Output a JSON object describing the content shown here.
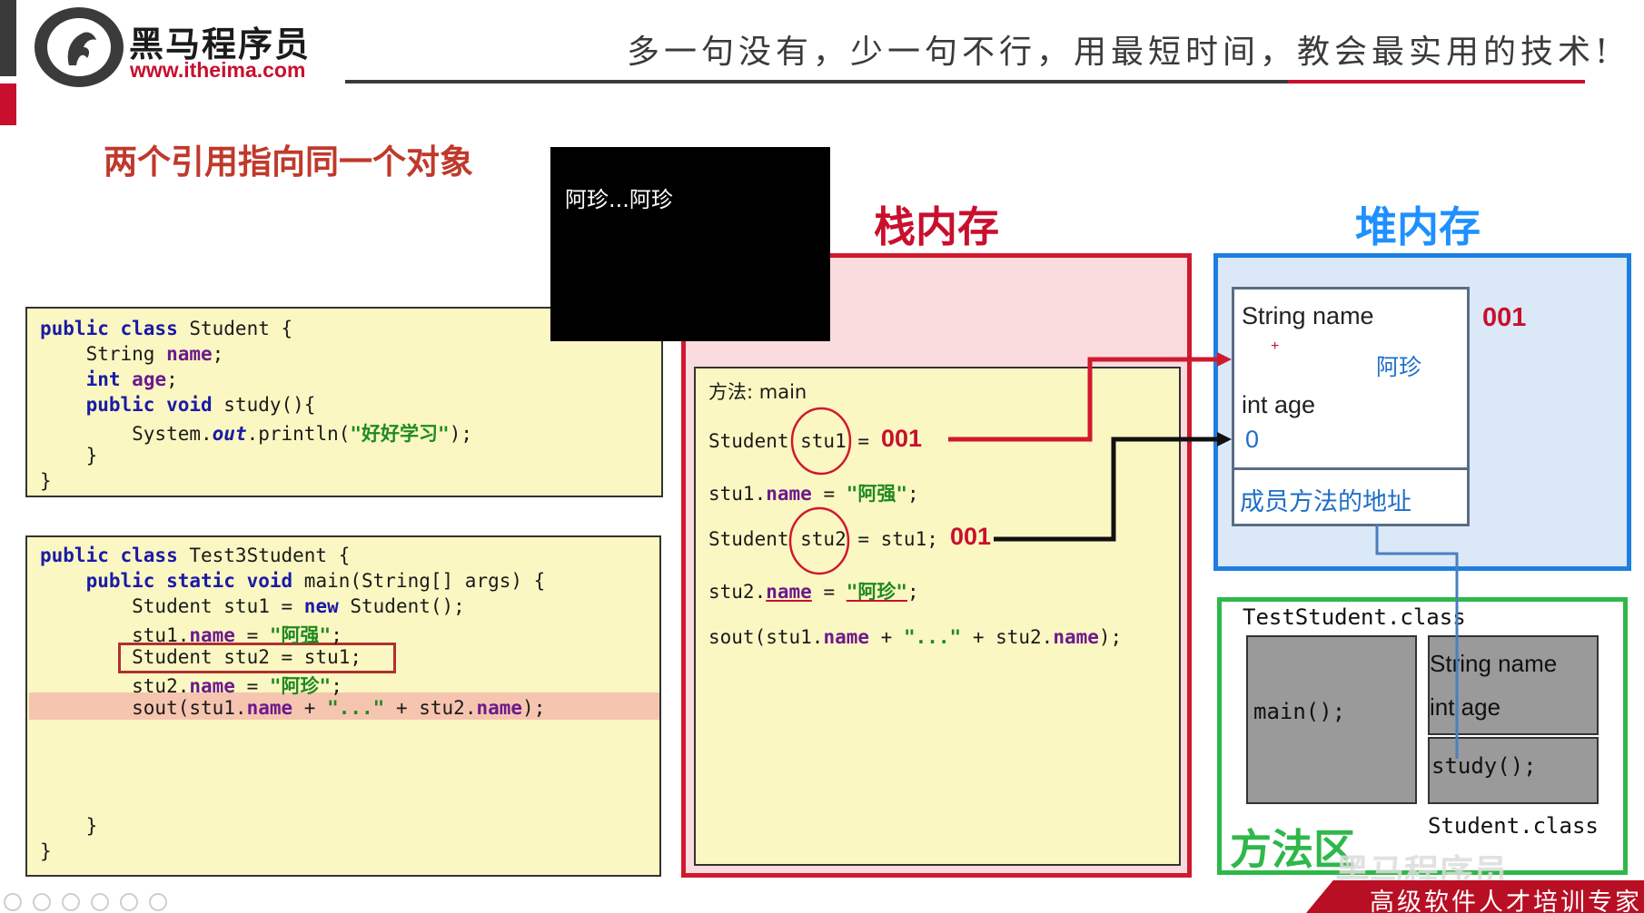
{
  "header": {
    "logo_name": "黑马程序员",
    "logo_url": "www.itheima.com",
    "slogan": "多一句没有，少一句不行，用最短时间，教会最实用的技术!"
  },
  "slide_title": "两个引用指向同一个对象",
  "popup": {
    "text": "阿珍...阿珍"
  },
  "code_student": {
    "lines": [
      "public class Student {",
      "    String name;",
      "    int age;",
      "    public void study(){",
      "        System.out.println(\"好好学习\");",
      "    }",
      "}"
    ]
  },
  "code_test": {
    "lines": [
      "public class Test3Student {",
      "    public static void main(String[] args) {",
      "        Student stu1 = new Student();",
      "        stu1.name = \"阿强\";",
      "        Student stu2 = stu1;",
      "        stu2.name = \"阿珍\";",
      "        sout(stu1.name + \"...\" + stu2.name);",
      "    }",
      "}"
    ]
  },
  "stack": {
    "title": "栈内存",
    "frame_label": "方法: main",
    "lines": [
      "Student stu1 = ",
      "stu1.name = \"阿强\";",
      "Student stu2 = stu1; ",
      "stu2.name = \"阿珍\";",
      "sout(stu1.name + \"...\" + stu2.name);"
    ],
    "addr_stu1": "001",
    "addr_stu2": "001"
  },
  "heap": {
    "title": "堆内存",
    "address": "001",
    "field_name_label": "String name",
    "field_name_value": "阿珍",
    "field_age_label": "int age",
    "field_age_value": "0",
    "method_addr_label": "成员方法的地址",
    "small_mark": "+"
  },
  "method_area": {
    "title": "方法区",
    "teststudent_class": "TestStudent.class",
    "main_method": "main();",
    "student_class": "Student.class",
    "student_field_name": "String name",
    "student_field_age": "int age",
    "student_method": "study();"
  },
  "footer": {
    "banner_text": "高级软件人才培训专家",
    "watermark": "黑马程序员"
  },
  "colors": {
    "red": "#c8102e",
    "blue": "#1e7fe0",
    "green": "#2eb84a",
    "code_bg": "#fbf7c3"
  }
}
